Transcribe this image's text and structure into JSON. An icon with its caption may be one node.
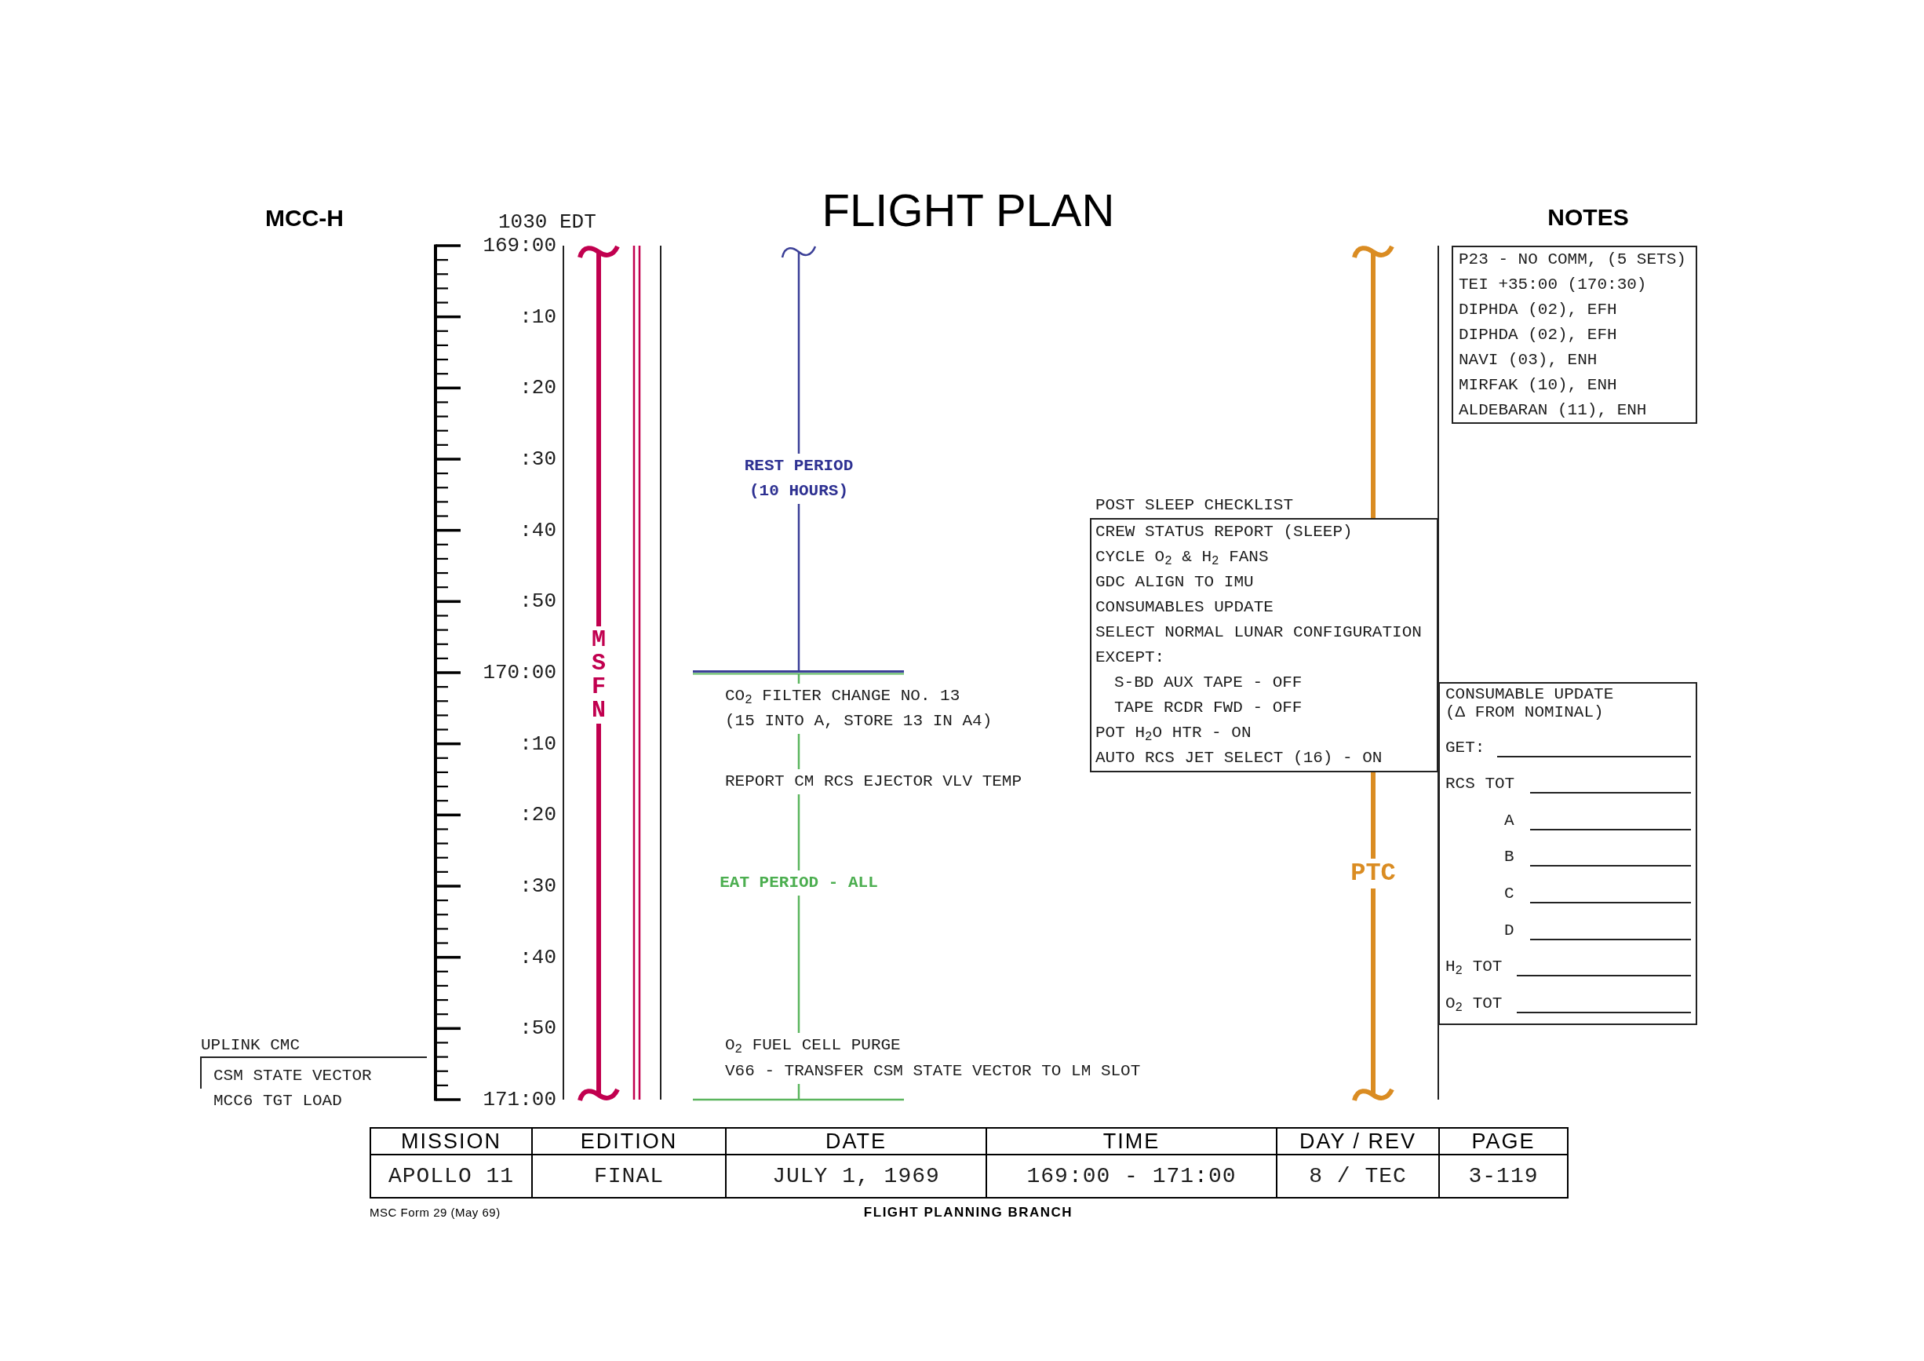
{
  "diagram": {
    "title": "FLIGHT PLAN",
    "nodes": [
      {
        "text": [
          "P23 - NO COMM, (5 SETS)",
          "TEI +35:00 (170:30)",
          "DIPHDA (02), EFH",
          "DIPHDA (02), EFH",
          "NAVI (03), ENH",
          "MIRFAK (10), ENH",
          "ALDEBARAN (11), ENH"
        ]
      },
      {
        "text": [
          "POST SLEEP CHECKLIST",
          "CREW STATUS REPORT (SLEEP)",
          "CYCLE O$_{2}$ & H$_{2}$ FANS",
          "GDC ALIGN TO IMU",
          "CONSUMABLES UPDATE",
          "SELECT NORMAL LUNAR CONFIGURATION",
          "EXCEPT:",
          "S-BD AUX TAPE - OFF",
          "TAPE RCDR FWD - OFF",
          "POT H$_{2}$O HTR - ON",
          "AUTO RCS JET SELECT (16) - ON"
        ]
      },
      {
        "text": [
          "CONSUMABLE UPDATE",
          "(Δ FROM NOMINAL)",
          "GET:",
          "RCS TOT",
          "A",
          "B",
          "C",
          "D",
          "H$_{2}$ TOT",
          "O$_{2}$ TOT"
        ]
      }
    ],
    "labels": [
      "MCC-H",
      "1030 EDT",
      "NOTES",
      "169:00",
      ":10",
      ":20",
      ":30",
      ":40",
      ":50",
      "170:00",
      ":10",
      ":20",
      ":30",
      ":40",
      ":50",
      "171:00",
      "MSFN",
      "REST PERIOD (10 HOURS)",
      "CO$_{2}$ FILTER CHANGE NO. 13",
      "(15 INTO A, STORE 13 IN A4)",
      "REPORT CM RCS EJECTOR VLV TEMP",
      "EAT PERIOD - ALL",
      "PTC",
      "UPLINK CMC",
      "CSM STATE VECTOR",
      "MCC6 TGT LOAD",
      "O$_{2}$ FUEL CELL PURGE",
      "V66 - TRANSFER CSM STATE VECTOR TO LM SLOT",
      "MISSION",
      "EDITION",
      "DATE",
      "TIME",
      "DAY / REV",
      "PAGE",
      "APOLLO 11",
      "FINAL",
      "JULY 1, 1969",
      "169:00 - 171:00",
      "8 / TEC",
      "3-119",
      "MSC Form 29 (May 69)",
      "FLIGHT PLANNING BRANCH"
    ]
  }
}
